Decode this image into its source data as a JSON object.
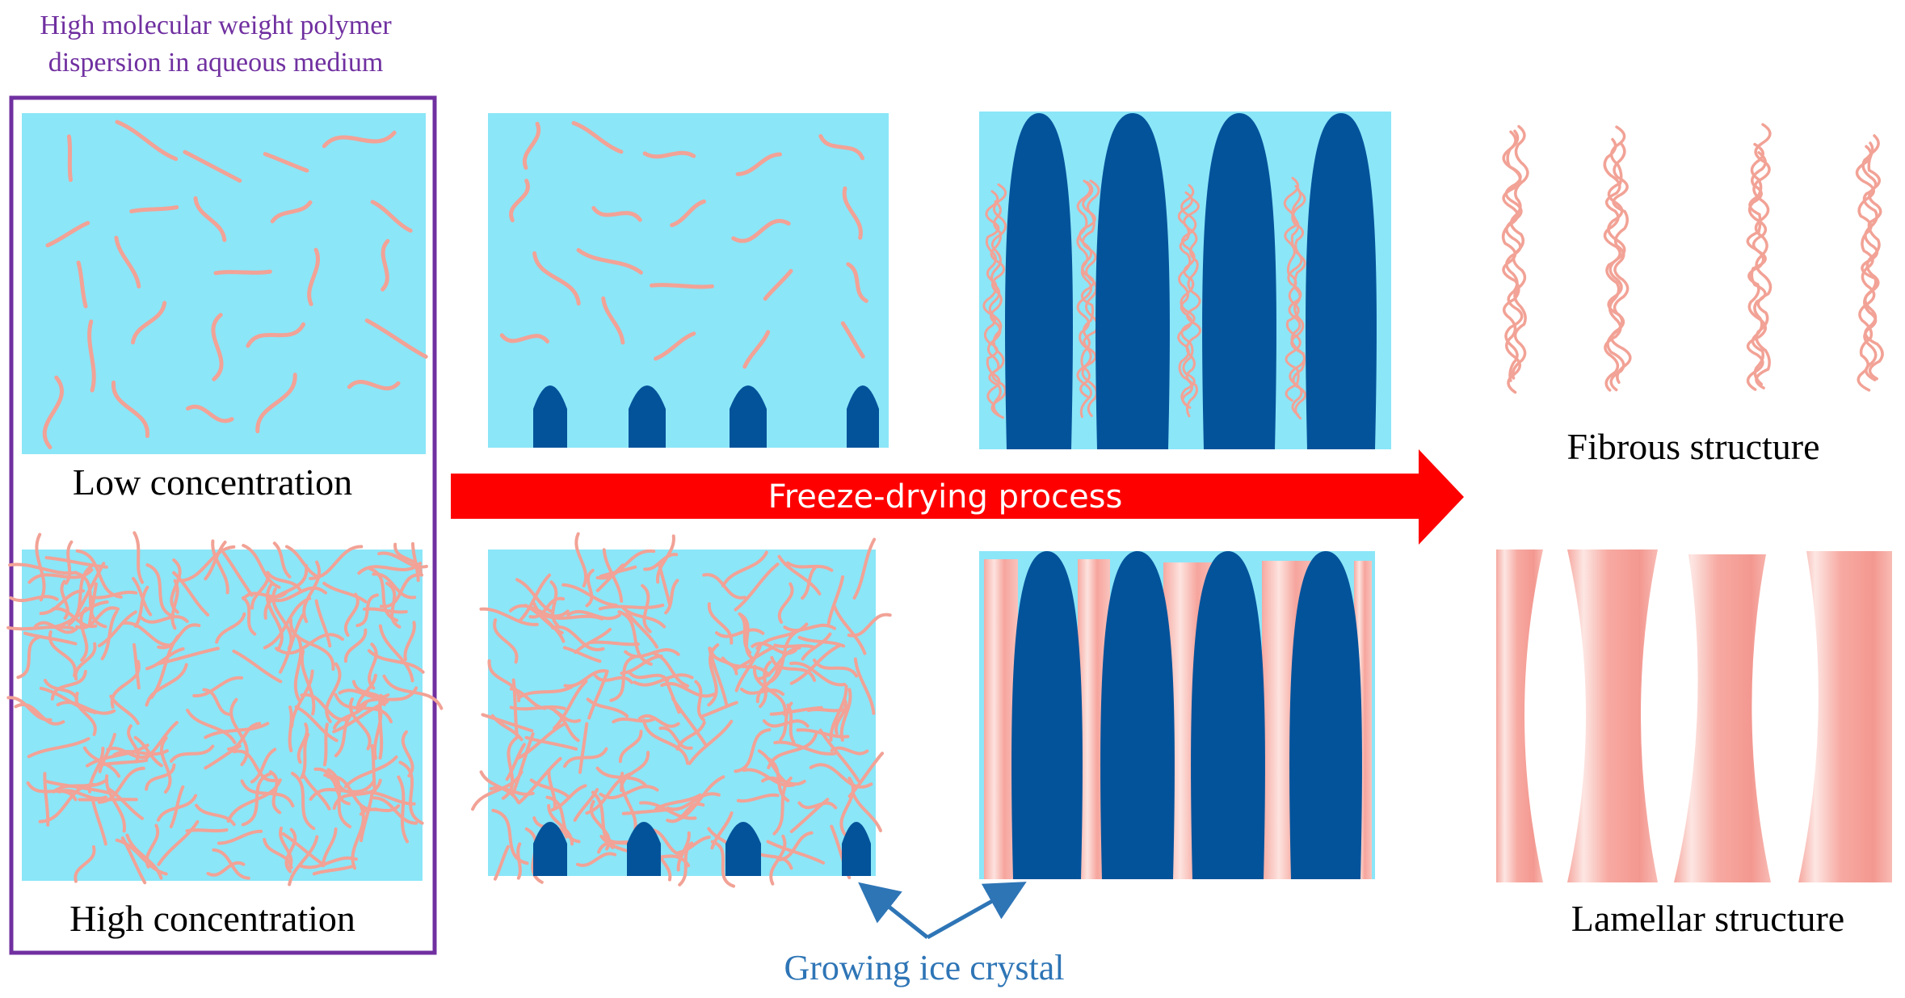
{
  "header": {
    "line1": "High molecular weight polymer",
    "line2": "dispersion in aqueous medium"
  },
  "labels": {
    "low_concentration": "Low concentration",
    "high_concentration": "High concentration",
    "fibrous_structure": "Fibrous structure",
    "lamellar_structure": "Lamellar structure",
    "growing_ice_crystal": "Growing ice crystal"
  },
  "arrow": {
    "label": "Freeze-drying process"
  },
  "colors": {
    "water": "#8be6f8",
    "ice": "#03539b",
    "polymer": "#f2a296",
    "arrow": "#ff0000",
    "frame": "#7030a0",
    "header_text": "#7030a0",
    "callout": "#2e75b6"
  }
}
